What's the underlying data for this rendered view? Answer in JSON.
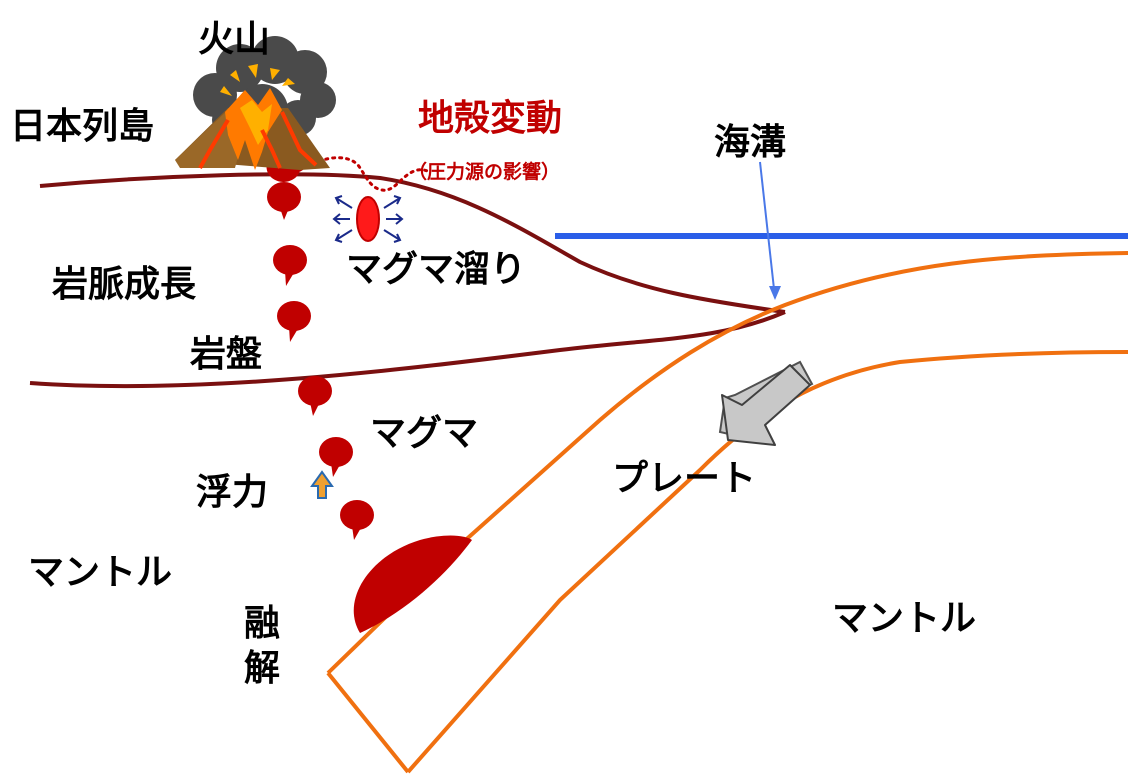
{
  "labels": {
    "volcano": "火山",
    "japan_islands": "日本列島",
    "crustal_deformation": "地殻変動",
    "pressure_source_effect": "（圧力源の影響）",
    "trench": "海溝",
    "dike_growth": "岩脈成長",
    "magma_chamber": "マグマ溜り",
    "sill": "岩盤",
    "magma": "マグマ",
    "buoyancy": "浮力",
    "plate": "プレート",
    "mantle_left": "マントル",
    "mantle_right": "マントル",
    "melting_1": "融",
    "melting_2": "解"
  },
  "colors": {
    "crust_line": "#7a1010",
    "sea_line": "#2a5ee8",
    "plate_line": "#f07010",
    "magma": "#c00000",
    "chamber": "#ff1a1a",
    "arrows": "#1a2a8a",
    "label_red": "#c00000",
    "plate_arrow": "#c8c8c8",
    "buoyancy_arrow": "#f0a030"
  },
  "icons": {
    "volcano": "erupting-volcano-icon",
    "plate_motion": "plate-motion-arrow",
    "buoyancy": "buoyancy-arrow"
  }
}
